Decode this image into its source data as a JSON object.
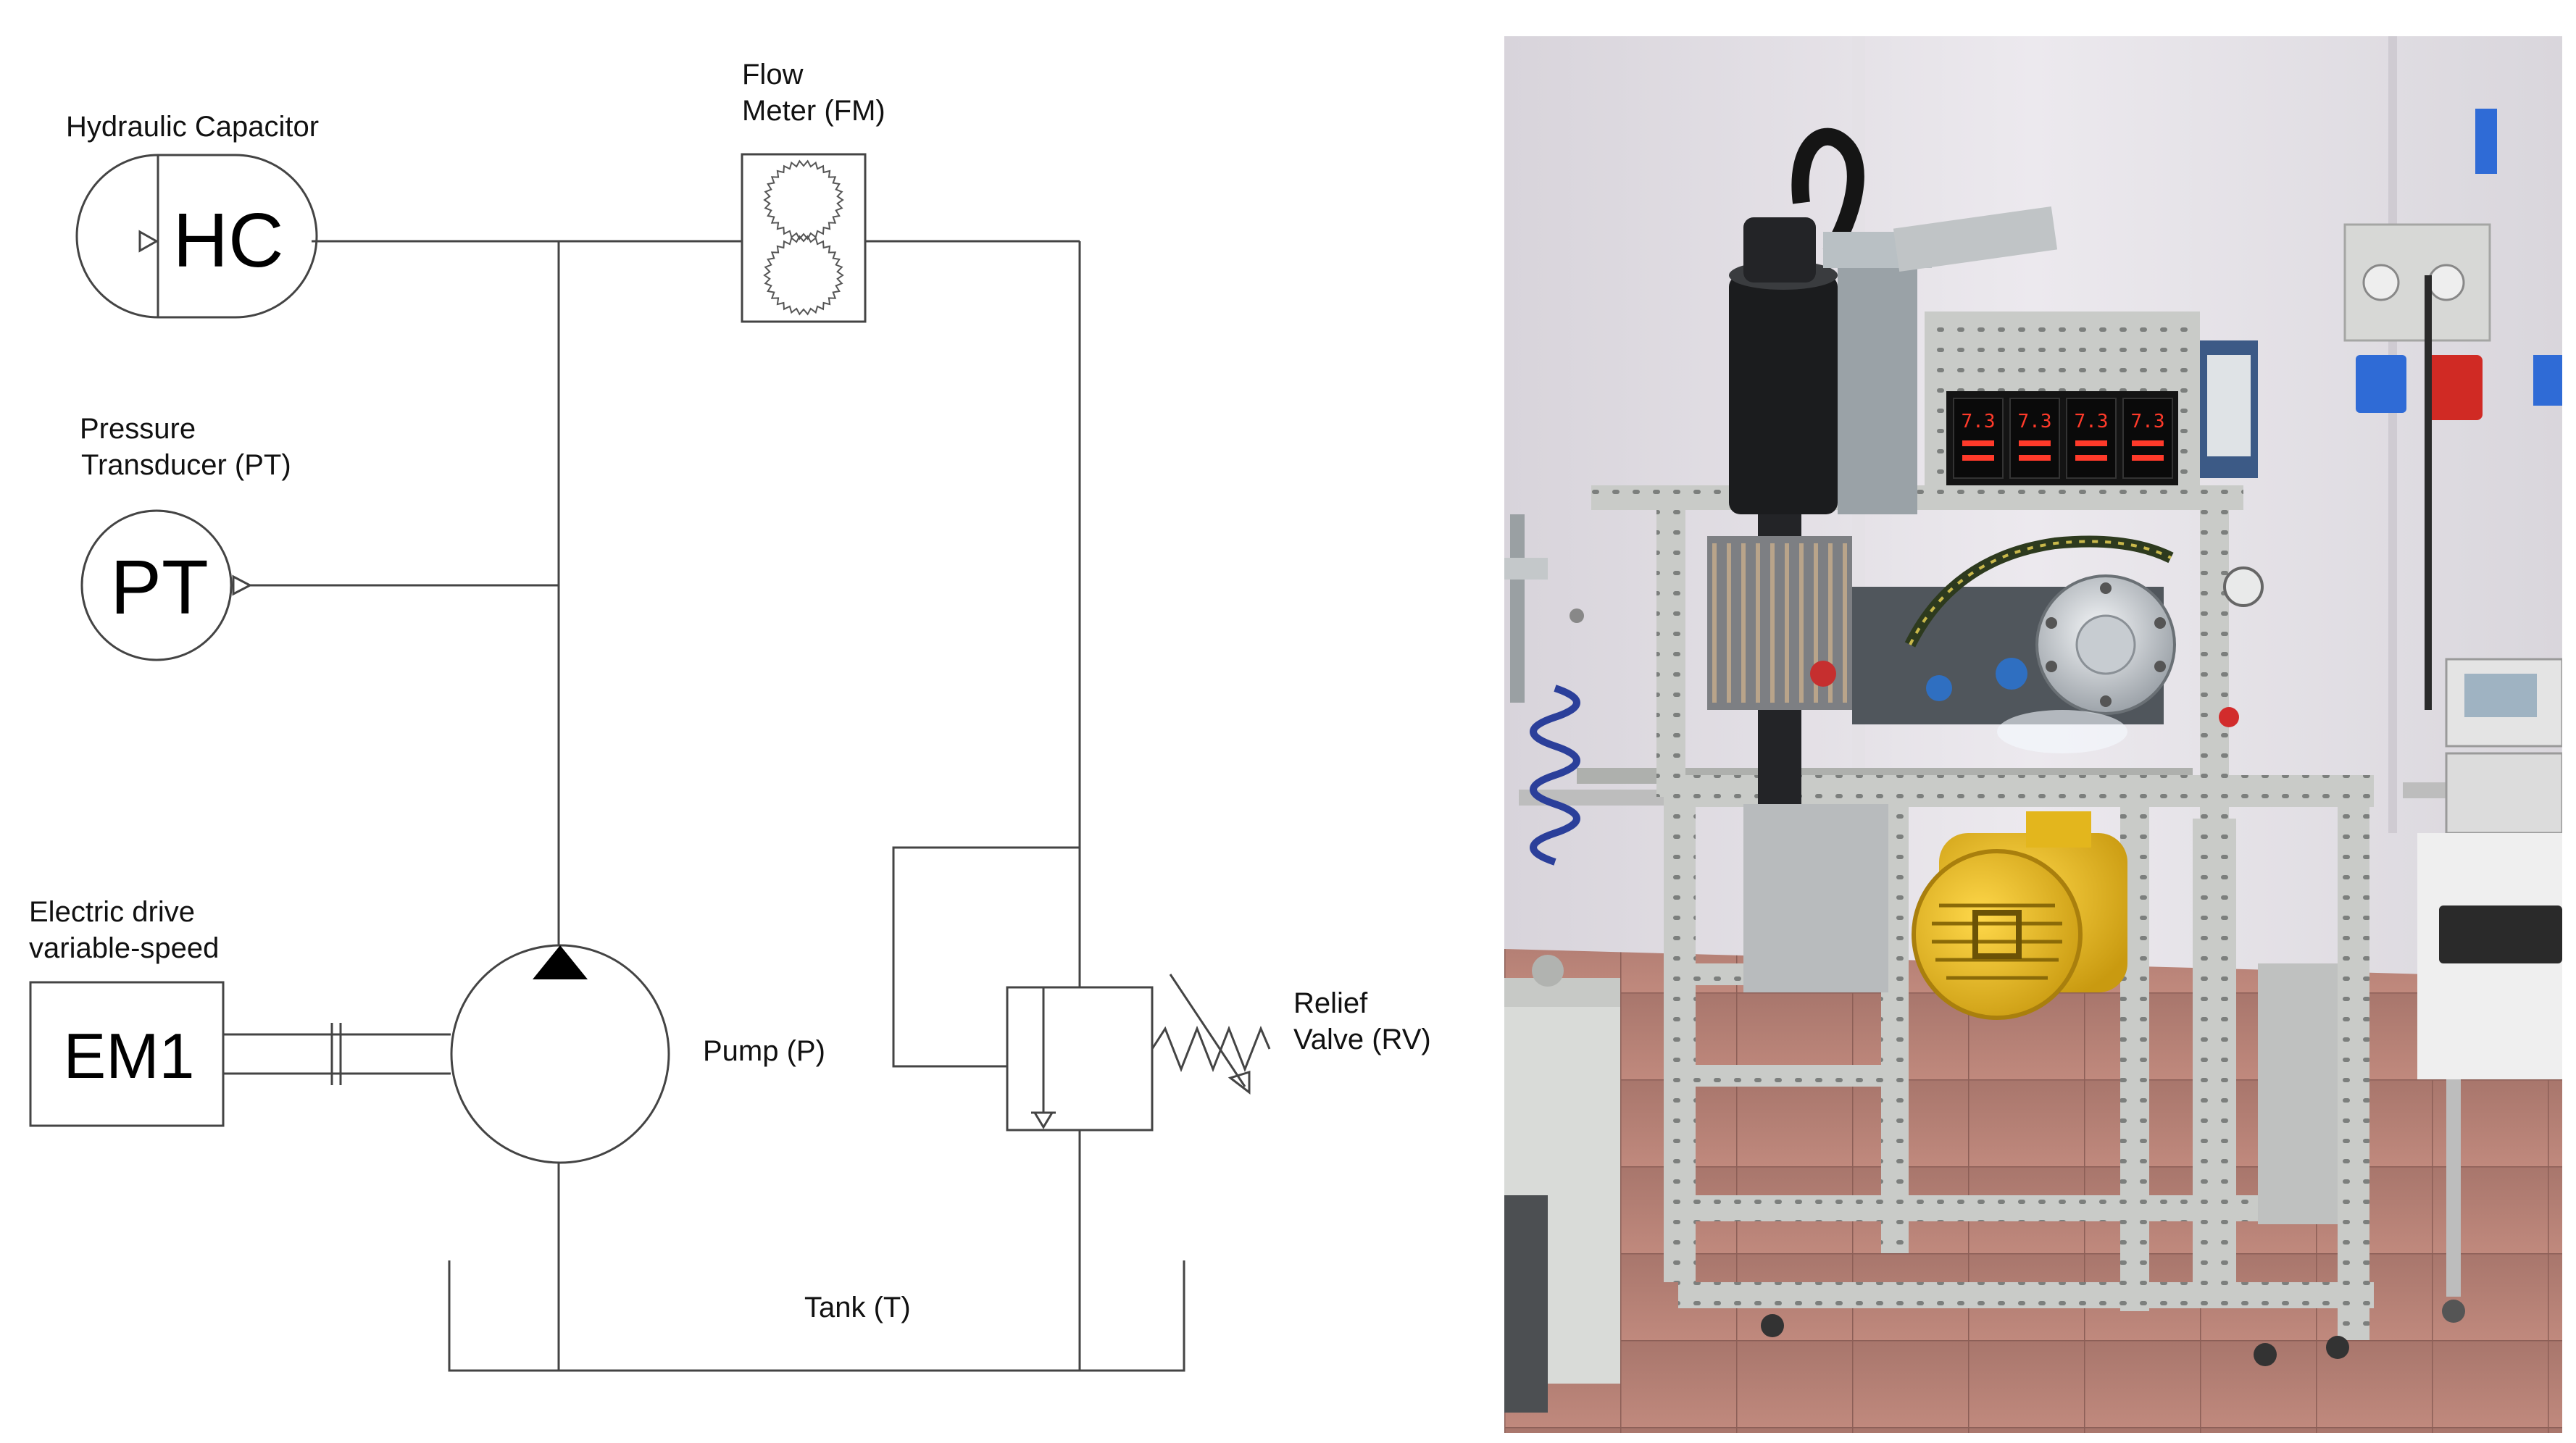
{
  "schematic": {
    "hydraulic_capacitor": {
      "label": "Hydraulic Capacitor",
      "symbol": "HC"
    },
    "flow_meter": {
      "label_line1": "Flow",
      "label_line2": "Meter (FM)"
    },
    "pressure_transducer": {
      "label_line1": "Pressure",
      "label_line2": "Transducer (PT)",
      "symbol": "PT"
    },
    "electric_drive": {
      "label_line1": "Electric drive",
      "label_line2": "variable-speed",
      "symbol": "EM1"
    },
    "pump": {
      "label": "Pump (P)"
    },
    "relief_valve": {
      "label_line1": "Relief",
      "label_line2": "Valve (RV)"
    },
    "tank": {
      "label": "Tank (T)"
    }
  },
  "photo": {
    "meter_displays": [
      "7.3",
      "7.3",
      "7.3",
      "7.3"
    ],
    "colors": {
      "motor": "#f0c020",
      "wall": "#e9e6ea",
      "floor": "#b98579",
      "frame": "#c9cbc8"
    }
  }
}
